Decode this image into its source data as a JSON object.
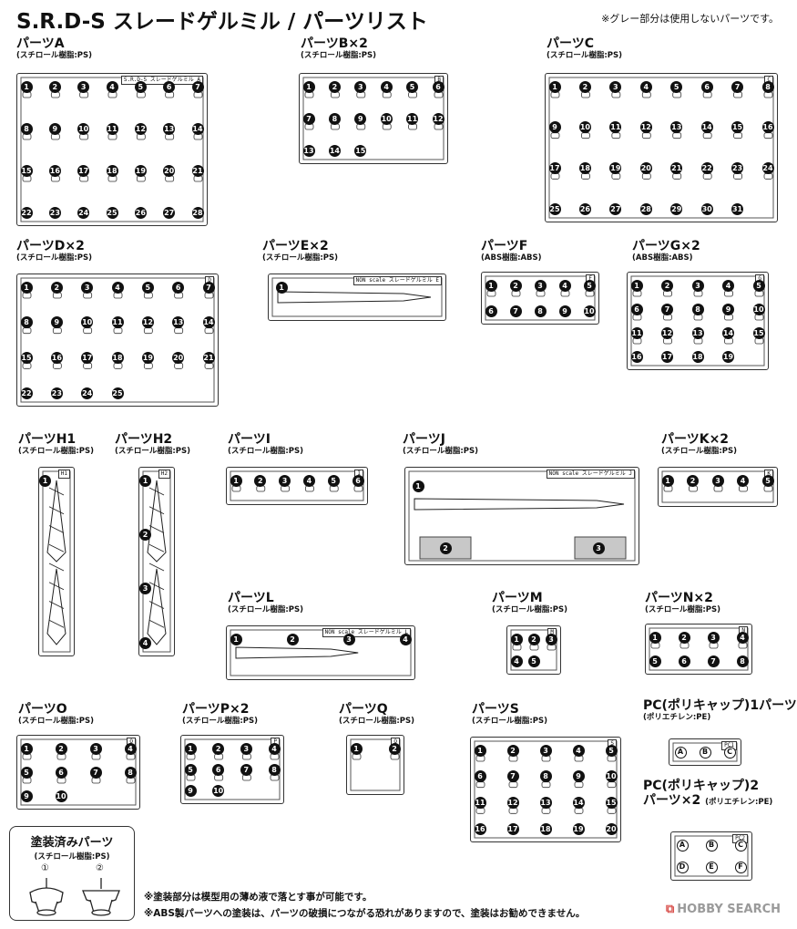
{
  "header": {
    "title": "S.R.D-S スレードゲルミル / パーツリスト",
    "note": "※グレー部分は使用しないパーツです。"
  },
  "sections": {
    "A": {
      "title": "パーツA",
      "material": "(スチロール樹脂:PS)",
      "tag": "S.R.D-S スレードゲルミル A",
      "count": 28
    },
    "B": {
      "title": "パーツB×2",
      "material": "(スチロール樹脂:PS)",
      "tag": "B",
      "count": 15
    },
    "C": {
      "title": "パーツC",
      "material": "(スチロール樹脂:PS)",
      "tag": "C",
      "count": 31
    },
    "D": {
      "title": "パーツD×2",
      "material": "(スチロール樹脂:PS)",
      "tag": "D",
      "count": 25
    },
    "E": {
      "title": "パーツE×2",
      "material": "(スチロール樹脂:PS)",
      "tag": "NON scale スレードゲルミル E",
      "count": 1
    },
    "F": {
      "title": "パーツF",
      "material": "(ABS樹脂:ABS)",
      "tag": "F",
      "count": 10
    },
    "G": {
      "title": "パーツG×2",
      "material": "(ABS樹脂:ABS)",
      "tag": "G",
      "count": 19
    },
    "H1": {
      "title": "パーツH1",
      "material": "(スチロール樹脂:PS)",
      "tag": "H1",
      "count": 1
    },
    "H2": {
      "title": "パーツH2",
      "material": "(スチロール樹脂:PS)",
      "tag": "H2",
      "count": 4
    },
    "I": {
      "title": "パーツI",
      "material": "(スチロール樹脂:PS)",
      "tag": "I",
      "count": 6
    },
    "J": {
      "title": "パーツJ",
      "material": "(スチロール樹脂:PS)",
      "tag": "NON scale スレードゲルミル J",
      "count": 3
    },
    "K": {
      "title": "パーツK×2",
      "material": "(スチロール樹脂:PS)",
      "tag": "K",
      "count": 5
    },
    "L": {
      "title": "パーツL",
      "material": "(スチロール樹脂:PS)",
      "tag": "NON scale スレードゲルミル L",
      "count": 4
    },
    "M": {
      "title": "パーツM",
      "material": "(スチロール樹脂:PS)",
      "tag": "M",
      "count": 5
    },
    "N": {
      "title": "パーツN×2",
      "material": "(スチロール樹脂:PS)",
      "tag": "N",
      "count": 8
    },
    "O": {
      "title": "パーツO",
      "material": "(スチロール樹脂:PS)",
      "tag": "O",
      "count": 10
    },
    "P": {
      "title": "パーツP×2",
      "material": "(スチロール樹脂:PS)",
      "tag": "P",
      "count": 10
    },
    "Q": {
      "title": "パーツQ",
      "material": "(スチロール樹脂:PS)",
      "tag": "Q",
      "count": 2
    },
    "S": {
      "title": "パーツS",
      "material": "(スチロール樹脂:PS)",
      "tag": "S",
      "count": 20
    },
    "PC1": {
      "title": "PC(ポリキャップ)1パーツ",
      "material": "(ポリエチレン:PE)",
      "tag": "PC1",
      "letters": [
        "A",
        "B",
        "C"
      ]
    },
    "PC2": {
      "title_line1": "PC(ポリキャップ)2",
      "title_line2": "パーツ×2",
      "material": "(ポリエチレン:PE)",
      "tag": "PC2",
      "letters": [
        "A",
        "B",
        "C",
        "D",
        "E",
        "F"
      ]
    }
  },
  "painted_parts": {
    "title": "塗装済みパーツ",
    "material": "(スチロール樹脂:PS)",
    "items": [
      "①",
      "②"
    ]
  },
  "footnotes": {
    "note1": "※塗装部分は模型用の薄め液で落とす事が可能です。",
    "note2": "※ABS製パーツへの塗装は、パーツの破損につながる恐れがありますので、塗装はお勧めできません。"
  },
  "logo": {
    "icon": "hobby-search-icon",
    "text": "HOBBY SEARCH"
  },
  "colors": {
    "unused_part_gray": "#c8c8c8",
    "logo_red": "#d9534f",
    "logo_gray": "#9a9a9a"
  }
}
